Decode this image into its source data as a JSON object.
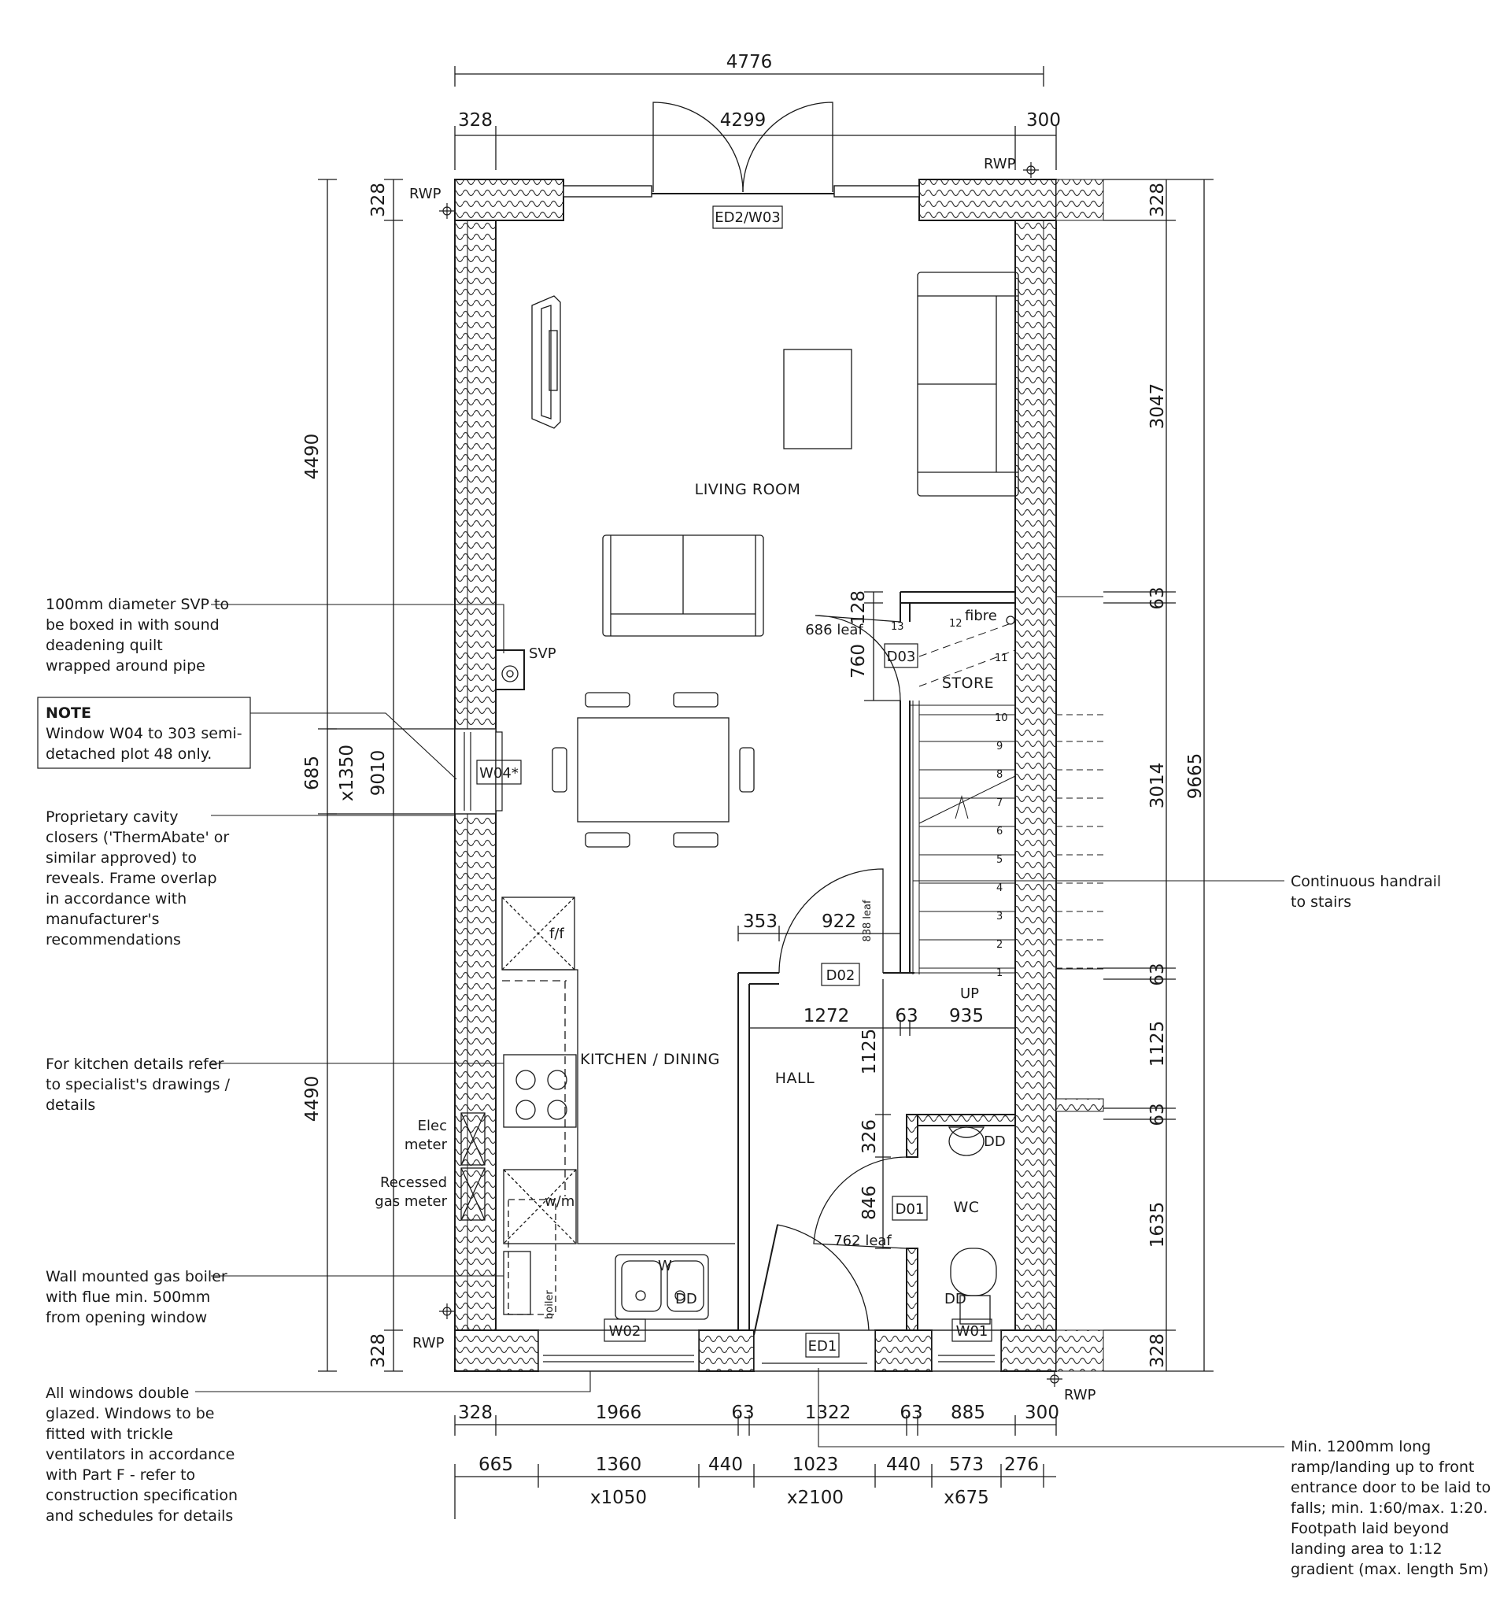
{
  "dimensions": {
    "overall_width": "4776",
    "opening_width": "4299",
    "left_wall_top": "328",
    "right_top": "300",
    "left_upper": "4490",
    "left_lower": "4490",
    "left_total": "9010",
    "window_side_a": "685",
    "window_side_b": "x1350",
    "left_wall_upper": "328",
    "left_wall_lower": "328",
    "right_wall_upper": "328",
    "right_wall_lower": "328",
    "right_3047": "3047",
    "right_63_a": "63",
    "right_3014": "3014",
    "right_9665": "9665",
    "right_63_b": "63",
    "right_1125": "1125",
    "right_63_c": "63",
    "right_1635": "1635",
    "store_128": "128",
    "store_760": "760",
    "store_leaf": "686 leaf",
    "hall_353": "353",
    "hall_922": "922",
    "hall_leaf": "838 leaf",
    "hall_1272": "1272",
    "hall_63": "63",
    "hall_935": "935",
    "hall_1125": "1125",
    "wc_326": "326",
    "wc_846": "846",
    "wc_leaf": "762 leaf",
    "b1": [
      "328",
      "1966",
      "63",
      "1322",
      "63",
      "885",
      "300"
    ],
    "b2": [
      "665",
      "1360",
      "440",
      "1023",
      "440",
      "573",
      "276"
    ],
    "b3": [
      "x1050",
      "x2100",
      "x675"
    ]
  },
  "rooms": {
    "living": "LIVING ROOM",
    "kitchen": "KITCHEN / DINING",
    "hall": "HALL",
    "store": "STORE",
    "wc": "WC"
  },
  "tags": {
    "ed2": "ED2/W03",
    "w04": "W04*",
    "d03": "D03",
    "d02": "D02",
    "d01": "D01",
    "w02": "W02",
    "ed1": "ED1",
    "w01": "W01"
  },
  "labels": {
    "rwp": "RWP",
    "svp": "SVP",
    "fibre": "fibre",
    "up": "UP",
    "dd": "DD",
    "ff": "f/f",
    "wm": "w/m",
    "boiler": "boiler",
    "w": "W",
    "elec_meter": [
      "Elec",
      "meter"
    ],
    "gas_meter": [
      "Recessed",
      "gas meter"
    ],
    "stair_nums": [
      "1",
      "2",
      "3",
      "4",
      "5",
      "6",
      "7",
      "8",
      "9",
      "10",
      "11",
      "12",
      "13"
    ]
  },
  "notes": {
    "svp": [
      "100mm diameter SVP to",
      "be boxed in with sound",
      "deadening quilt",
      "wrapped around pipe"
    ],
    "window_title": "NOTE",
    "window": [
      "Window W04 to 303 semi-",
      "detached plot 48 only."
    ],
    "cavity": [
      "Proprietary cavity",
      "closers ('ThermAbate' or",
      "similar approved) to",
      "reveals. Frame overlap",
      "in accordance with",
      "manufacturer's",
      "recommendations"
    ],
    "kitchen": [
      "For kitchen details refer",
      "to specialist's drawings /",
      "details"
    ],
    "boiler": [
      "Wall mounted gas boiler",
      "with flue min. 500mm",
      "from opening window"
    ],
    "windows": [
      "All windows double",
      "glazed. Windows to be",
      "fitted with trickle",
      "ventilators in accordance",
      "with Part F - refer to",
      "construction specification",
      "and schedules for details"
    ],
    "handrail": [
      "Continuous handrail",
      "to stairs"
    ],
    "ramp": [
      "Min. 1200mm long",
      "ramp/landing up to front",
      "entrance door to be laid to",
      "falls; min. 1:60/max. 1:20.",
      "Footpath laid beyond",
      "landing area to 1:12",
      "gradient (max. length 5m)"
    ]
  }
}
